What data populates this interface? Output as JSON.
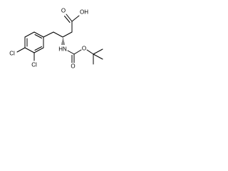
{
  "molecule": {
    "labels": {
      "carbonyl_o": "O",
      "hydroxyl": "OH",
      "amine": "HN",
      "carbamate_o_double": "O",
      "carbamate_o_ether": "O",
      "chloro_upper": "Cl",
      "chloro_lower": "Cl"
    },
    "colors": {
      "bond": "#000000",
      "text": "#000000",
      "background": "#ffffff"
    }
  }
}
